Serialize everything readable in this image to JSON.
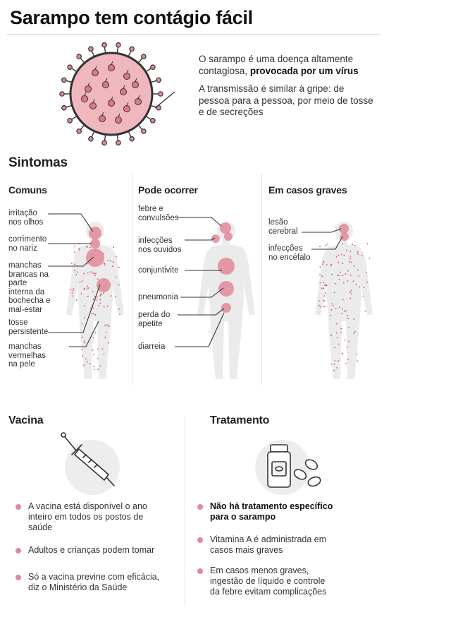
{
  "title": "Sarampo tem contágio fácil",
  "intro": {
    "p1_a": "O sarampo é uma doença altamente contagiosa,",
    "p1_b": "provocada por um vírus",
    "p2": "A transmissão é similar à gripe: de pessoa para a pessoa, por meio de tosse e de secreções"
  },
  "sintomas": {
    "heading": "Sintomas",
    "comuns": {
      "heading": "Comuns",
      "labels": [
        "irritação nos olhos",
        "corrimento no nariz",
        "manchas brancas na parte interna da bochecha e mal-estar",
        "tosse persistente",
        "manchas vermelhas na pele"
      ]
    },
    "pode_ocorrer": {
      "heading": "Pode ocorrer",
      "labels": [
        "febre e convulsões",
        "infecções nos ouvidos",
        "conjuntivite",
        "pneumonia",
        "perda do apetite",
        "diarreia"
      ]
    },
    "graves": {
      "heading": "Em casos graves",
      "labels": [
        "lesão cerebral",
        "infecções no encéfalo"
      ]
    }
  },
  "vacina": {
    "heading": "Vacina",
    "items": [
      "A vacina está disponível o ano inteiro em todos os postos de saúde",
      "Adultos e crianças podem tomar",
      "Só a vacina previne com eficácia, diz o Ministério da Saúde"
    ]
  },
  "tratamento": {
    "heading": "Tratamento",
    "items": [
      "Não há tratamento específico para o sarampo",
      "Vitamina A é administrada em casos mais graves",
      "Em casos menos graves, ingestão de líquido e controle da febre evitam complicações"
    ]
  },
  "colors": {
    "accent": "#e08a99",
    "virus_fill": "#efb8bf",
    "body_fill": "#ebebeb",
    "line": "#333333"
  },
  "icons": {
    "virus": "measles-virus-icon",
    "syringe": "syringe-icon",
    "pills": "pill-bottle-icon"
  }
}
